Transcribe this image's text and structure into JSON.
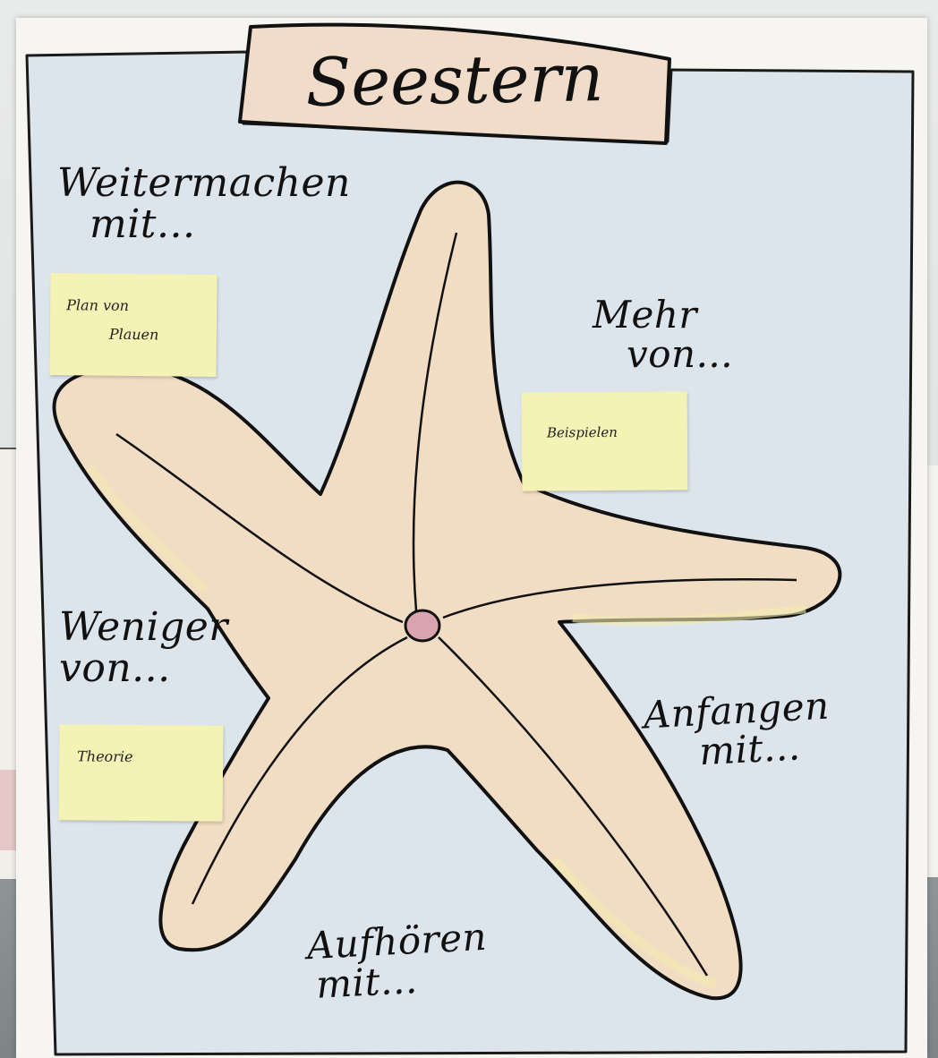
{
  "title": "Seestern",
  "sections": {
    "continue": {
      "line1": "Weitermachen",
      "line2": "mit..."
    },
    "more": {
      "line1": "Mehr",
      "line2": "von..."
    },
    "less": {
      "line1": "Weniger",
      "line2": "von..."
    },
    "start": {
      "line1": "Anfangen",
      "line2": "mit..."
    },
    "stop": {
      "line1": "Aufhören",
      "line2": "mit..."
    }
  },
  "notes": {
    "continue_note": {
      "line1": "Plan von",
      "line2": "Plauen"
    },
    "more_note": {
      "text": "Beispielen"
    },
    "less_note": {
      "text": "Theorie"
    }
  },
  "colors": {
    "paper": "#f6f5f1",
    "background_wash": "#dde5ec",
    "starfish_fill": "#f1dcc4",
    "sticky_note": "#f4f2b4",
    "title_box": "#f0dcc9",
    "center_dot": "#d9a4ae",
    "ink": "#111111"
  }
}
